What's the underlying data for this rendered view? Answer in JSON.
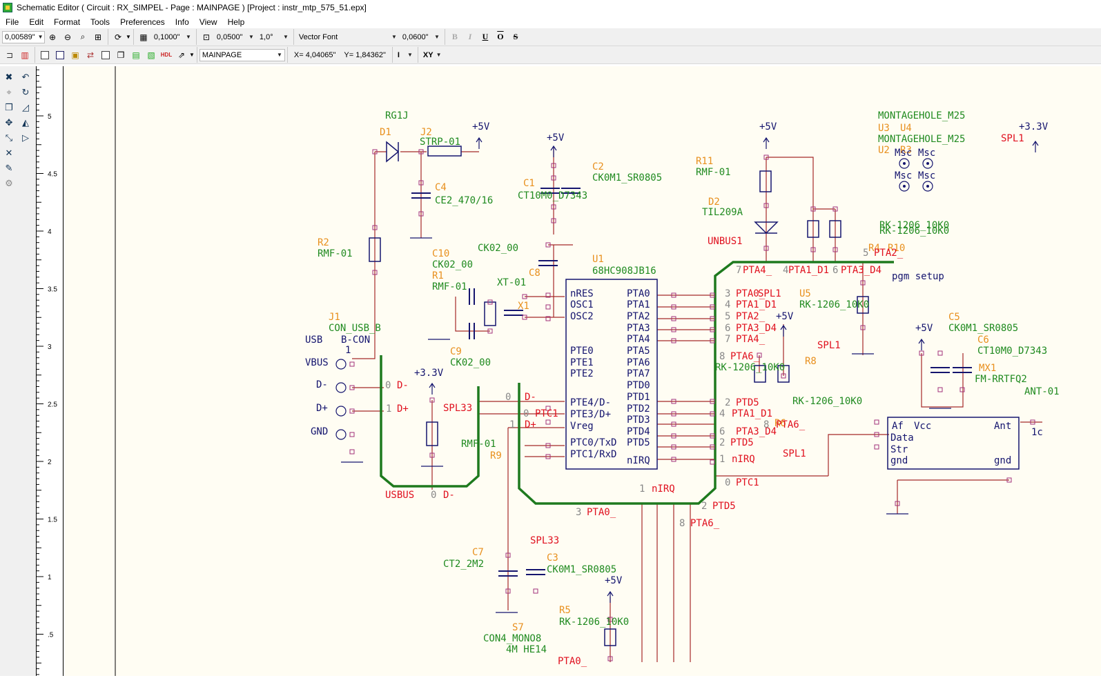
{
  "window": {
    "title": "Schematic Editor ( Circuit : RX_SIMPEL - Page : MAINPAGE ) [Project : instr_mtp_575_51.epx]"
  },
  "menu": [
    "File",
    "Edit",
    "Format",
    "Tools",
    "Preferences",
    "Info",
    "View",
    "Help"
  ],
  "toolbar1": {
    "snap": "0,00589\"",
    "grid": "0,1000\"",
    "line_width": "0,0500\"",
    "angle": "1,0°",
    "font": "Vector Font",
    "text_size": "0,0600\"",
    "format_buttons": [
      "B",
      "I",
      "U",
      "O",
      "S"
    ]
  },
  "toolbar2": {
    "page": "MAINPAGE",
    "coord_x": "X= 4,04065\"",
    "coord_y": "Y= 1,84362\"",
    "mode1": "I",
    "mode2": "XY"
  },
  "ruler": {
    "ticks": [
      "5",
      "4.5",
      "4",
      "3.5",
      "3",
      "2.5",
      "2",
      "1.5",
      "1",
      ".5"
    ]
  },
  "schematic": {
    "components_green": [
      {
        "t": "RG1J"
      },
      {
        "t": "STRP-01"
      },
      {
        "t": "CE2_470/16"
      },
      {
        "t": "RMF-01"
      },
      {
        "t": "CK0M1_SR0805"
      },
      {
        "t": "CT10M0_D7343"
      },
      {
        "t": "CK02_00"
      },
      {
        "t": "CK02_00"
      },
      {
        "t": "68HC908JB16"
      },
      {
        "t": "RMF-01"
      },
      {
        "t": "XT-01"
      },
      {
        "t": "CON_USB_B"
      },
      {
        "t": "CK02_00"
      },
      {
        "t": "RMF-01"
      },
      {
        "t": "TIL209A"
      },
      {
        "t": "RMF-01"
      },
      {
        "t": "RK-1206_10K0"
      },
      {
        "t": "RK-1206_10K0"
      },
      {
        "t": "RK-1206_10K0"
      },
      {
        "t": "MONTAGEHOLE_M25"
      },
      {
        "t": "MONTAGEHOLE_M25"
      },
      {
        "t": "CK0M1_SR0805"
      },
      {
        "t": "CT10M0_D7343"
      },
      {
        "t": "FM-RRTFQ2"
      },
      {
        "t": "ANT-01"
      },
      {
        "t": "RK-1206_10K0"
      },
      {
        "t": "CT2_2M2"
      },
      {
        "t": "CK0M1_SR0805"
      },
      {
        "t": "RK-1206_10K0"
      },
      {
        "t": "CON4_MONO8"
      },
      {
        "t": "4M HE14"
      },
      {
        "t": "RK-1206_10K0"
      }
    ],
    "refdes_orange": [
      {
        "t": "D1"
      },
      {
        "t": "J2"
      },
      {
        "t": "C4"
      },
      {
        "t": "R2"
      },
      {
        "t": "C2"
      },
      {
        "t": "C1"
      },
      {
        "t": "C10"
      },
      {
        "t": "R1"
      },
      {
        "t": "U1"
      },
      {
        "t": "C8"
      },
      {
        "t": "X1"
      },
      {
        "t": "J1"
      },
      {
        "t": "C9"
      },
      {
        "t": "R9"
      },
      {
        "t": "R11"
      },
      {
        "t": "D2"
      },
      {
        "t": "R4"
      },
      {
        "t": "R10"
      },
      {
        "t": "U5"
      },
      {
        "t": "U3"
      },
      {
        "t": "U4"
      },
      {
        "t": "U2"
      },
      {
        "t": "R3"
      },
      {
        "t": "C5"
      },
      {
        "t": "C6"
      },
      {
        "t": "MX1"
      },
      {
        "t": "R8"
      },
      {
        "t": "C7"
      },
      {
        "t": "C3"
      },
      {
        "t": "R5"
      },
      {
        "t": "S7"
      },
      {
        "t": "R6"
      }
    ],
    "nets_red": [
      {
        "t": "SPL1"
      },
      {
        "t": "UNBUS1"
      },
      {
        "t": "PTA2_"
      },
      {
        "t": "PTA4_"
      },
      {
        "t": "PTA1_D1"
      },
      {
        "t": "PTA3_D4"
      },
      {
        "t": "PTA0_"
      },
      {
        "t": "PTA1_D1"
      },
      {
        "t": "PTA2_"
      },
      {
        "t": "PTA3_D4"
      },
      {
        "t": "PTA4_"
      },
      {
        "t": "PTA6_"
      },
      {
        "t": "SPL1"
      },
      {
        "t": "D-"
      },
      {
        "t": "D+"
      },
      {
        "t": "D-"
      },
      {
        "t": "PTC1"
      },
      {
        "t": "D+"
      },
      {
        "t": "SPL33"
      },
      {
        "t": "PTD5"
      },
      {
        "t": "PTA1_D1"
      },
      {
        "t": "PTA3_D4"
      },
      {
        "t": "PTD5"
      },
      {
        "t": "nIRQ"
      },
      {
        "t": "PTC1"
      },
      {
        "t": "PTA6_"
      },
      {
        "t": "USBUS"
      },
      {
        "t": "D-"
      },
      {
        "t": "nIRQ"
      },
      {
        "t": "PTD5"
      },
      {
        "t": "PTA0_"
      },
      {
        "t": "PTA6_"
      },
      {
        "t": "SPL33"
      },
      {
        "t": "SPL1"
      },
      {
        "t": "SPL1"
      },
      {
        "t": "PTA0_"
      }
    ],
    "pins_blue": [
      {
        "t": "nRES"
      },
      {
        "t": "OSC1"
      },
      {
        "t": "OSC2"
      },
      {
        "t": "PTE0"
      },
      {
        "t": "PTE1"
      },
      {
        "t": "PTE2"
      },
      {
        "t": "PTE4/D-"
      },
      {
        "t": "PTE3/D+"
      },
      {
        "t": "Vreg"
      },
      {
        "t": "PTC0/TxD"
      },
      {
        "t": "PTC1/RxD"
      },
      {
        "t": "PTA0"
      },
      {
        "t": "PTA1"
      },
      {
        "t": "PTA2"
      },
      {
        "t": "PTA3"
      },
      {
        "t": "PTA4"
      },
      {
        "t": "PTA5"
      },
      {
        "t": "PTA6"
      },
      {
        "t": "PTA7"
      },
      {
        "t": "PTD0"
      },
      {
        "t": "PTD1"
      },
      {
        "t": "PTD2"
      },
      {
        "t": "PTD3"
      },
      {
        "t": "PTD4"
      },
      {
        "t": "PTD5"
      },
      {
        "t": "nIRQ"
      },
      {
        "t": "USB"
      },
      {
        "t": "B-CON"
      },
      {
        "t": "VBUS"
      },
      {
        "t": "D-"
      },
      {
        "t": "D+"
      },
      {
        "t": "GND"
      },
      {
        "t": "+5V"
      },
      {
        "t": "+5V"
      },
      {
        "t": "+5V"
      },
      {
        "t": "+3.3V"
      },
      {
        "t": "+3.3V"
      },
      {
        "t": "+5V"
      },
      {
        "t": "+5V"
      },
      {
        "t": "+5V"
      },
      {
        "t": "pgm setup"
      },
      {
        "t": "Msc"
      },
      {
        "t": "Msc"
      },
      {
        "t": "Msc"
      },
      {
        "t": "Msc"
      },
      {
        "t": "Af"
      },
      {
        "t": "Vcc"
      },
      {
        "t": "Ant"
      },
      {
        "t": "Data"
      },
      {
        "t": "Str"
      },
      {
        "t": "gnd"
      },
      {
        "t": "gnd"
      },
      {
        "t": "1c"
      },
      {
        "t": "1"
      }
    ],
    "pinnums_gray": [
      {
        "t": "5"
      },
      {
        "t": "7"
      },
      {
        "t": "4"
      },
      {
        "t": "6"
      },
      {
        "t": "3"
      },
      {
        "t": "4"
      },
      {
        "t": "5"
      },
      {
        "t": "6"
      },
      {
        "t": "7"
      },
      {
        "t": "8"
      },
      {
        "t": "0"
      },
      {
        "t": "1"
      },
      {
        "t": "0"
      },
      {
        "t": "0"
      },
      {
        "t": "1"
      },
      {
        "t": "2"
      },
      {
        "t": "4"
      },
      {
        "t": "6"
      },
      {
        "t": "2"
      },
      {
        "t": "1"
      },
      {
        "t": "0"
      },
      {
        "t": "0"
      },
      {
        "t": "1"
      },
      {
        "t": "2"
      },
      {
        "t": "3"
      },
      {
        "t": "8"
      },
      {
        "t": "8"
      }
    ]
  }
}
